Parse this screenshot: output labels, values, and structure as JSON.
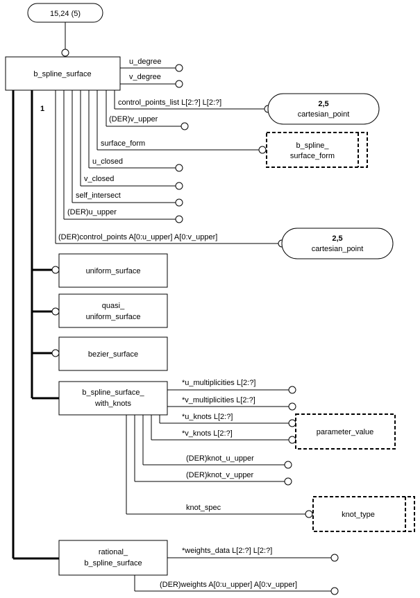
{
  "page_ref": "15,24 (5)",
  "main_entity": "b_spline_surface",
  "one_of_label": "1",
  "attributes": {
    "u_degree": "u_degree",
    "v_degree": "v_degree",
    "control_points_list": "control_points_list L[2:?] L[2:?]",
    "der_v_upper": "(DER)v_upper",
    "surface_form": "surface_form",
    "u_closed": "u_closed",
    "v_closed": "v_closed",
    "self_intersect": "self_intersect",
    "der_u_upper": "(DER)u_upper",
    "der_control_points": "(DER)control_points A[0:u_upper] A[0:v_upper]"
  },
  "references": {
    "cartesian_point_1": {
      "page": "2,5",
      "name": "cartesian_point"
    },
    "cartesian_point_2": {
      "page": "2,5",
      "name": "cartesian_point"
    },
    "b_spline_surface_form": {
      "line1": "b_spline_",
      "line2": "surface_form"
    },
    "parameter_value": "parameter_value",
    "knot_type": "knot_type"
  },
  "subtypes": {
    "uniform_surface": "uniform_surface",
    "quasi_uniform_surface": {
      "line1": "quasi_",
      "line2": "uniform_surface"
    },
    "bezier_surface": "bezier_surface",
    "b_spline_surface_with_knots": {
      "line1": "b_spline_surface_",
      "line2": "with_knots"
    },
    "rational_b_spline_surface": {
      "line1": "rational_",
      "line2": "b_spline_surface"
    }
  },
  "knots_attributes": {
    "u_multiplicities": "*u_multiplicities L[2:?]",
    "v_multiplicities": "*v_multiplicities L[2:?]",
    "u_knots": "*u_knots L[2:?]",
    "v_knots": "*v_knots L[2:?]",
    "der_knot_u_upper": "(DER)knot_u_upper",
    "der_knot_v_upper": "(DER)knot_v_upper",
    "knot_spec": "knot_spec"
  },
  "rational_attributes": {
    "weights_data": "*weights_data L[2:?] L[2:?]",
    "der_weights": "(DER)weights A[0:u_upper] A[0:v_upper]"
  }
}
